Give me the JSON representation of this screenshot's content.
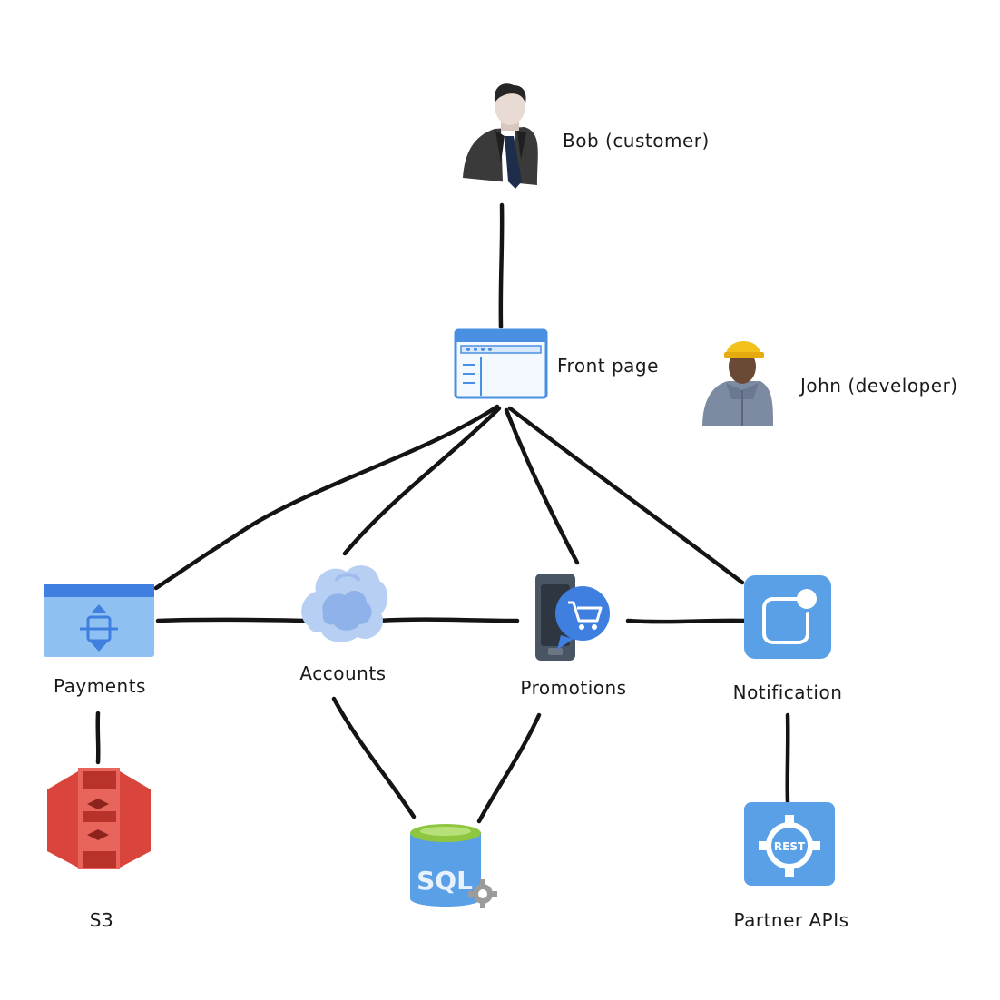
{
  "nodes": {
    "bob": {
      "label": "Bob (customer)",
      "icon": "businessman-icon"
    },
    "john": {
      "label": "John (developer)",
      "icon": "construction-worker-icon"
    },
    "frontpage": {
      "label": "Front page",
      "icon": "browser-window-icon"
    },
    "payments": {
      "label": "Payments",
      "icon": "payment-window-icon"
    },
    "accounts": {
      "label": "Accounts",
      "icon": "cloud-accounts-icon"
    },
    "promotions": {
      "label": "Promotions",
      "icon": "shopping-cart-chat-icon"
    },
    "notification": {
      "label": "Notification",
      "icon": "notification-badge-icon"
    },
    "s3": {
      "label": "S3",
      "icon": "s3-bucket-icon"
    },
    "sql": {
      "label": "SQL",
      "icon": "sql-database-icon"
    },
    "partner": {
      "label": "Partner APIs",
      "icon": "rest-api-gear-icon",
      "badge": "REST"
    }
  },
  "edges": [
    [
      "bob",
      "frontpage"
    ],
    [
      "frontpage",
      "payments"
    ],
    [
      "frontpage",
      "accounts"
    ],
    [
      "frontpage",
      "promotions"
    ],
    [
      "frontpage",
      "notification"
    ],
    [
      "payments",
      "accounts"
    ],
    [
      "accounts",
      "promotions"
    ],
    [
      "promotions",
      "notification"
    ],
    [
      "payments",
      "s3"
    ],
    [
      "accounts",
      "sql"
    ],
    [
      "promotions",
      "sql"
    ],
    [
      "notification",
      "partner"
    ]
  ],
  "colors": {
    "edge": "#141414",
    "blue": "#5aa0e6",
    "blue_dark": "#2f6fd0",
    "s3_red": "#d9453c",
    "sql_green": "#8ec63f",
    "worker_helmet": "#f2c21b"
  }
}
